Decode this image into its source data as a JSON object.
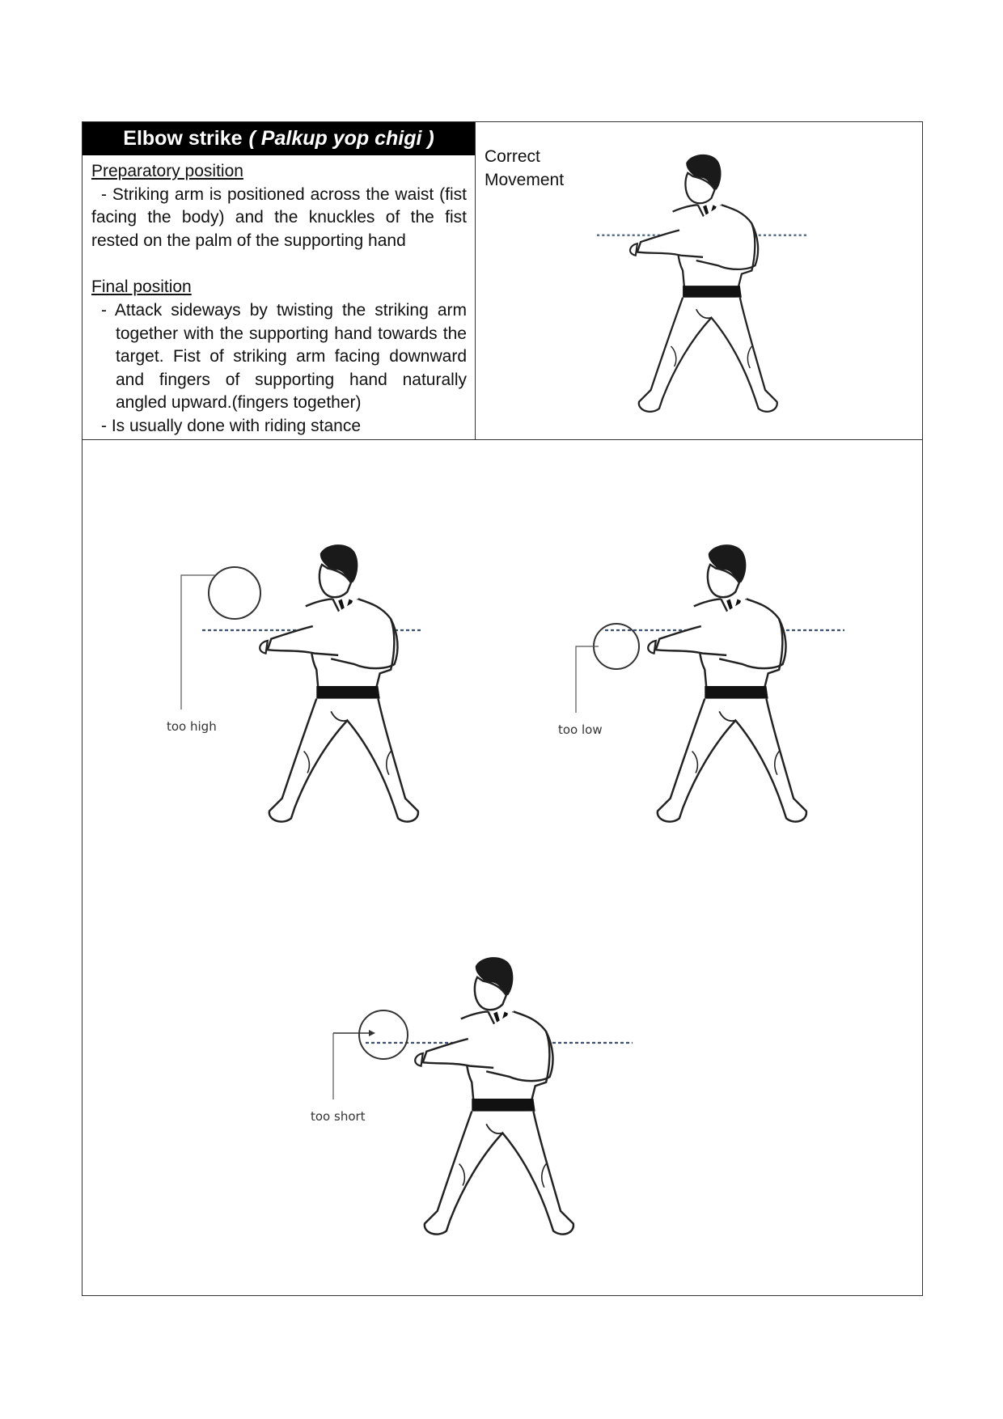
{
  "header": {
    "title_main": "Elbow strike",
    "title_sub": "( Palkup yop chigi )"
  },
  "preparatory": {
    "heading": "Preparatory position",
    "text": "- Striking arm is positioned across the waist (fist facing the body) and the knuckles of the fist rested on the palm of the supporting hand"
  },
  "final": {
    "heading": "Final position",
    "item1": "- Attack sideways by twisting the striking arm together with the supporting hand towards the target. Fist of striking arm facing downward and fingers of supporting hand naturally angled upward.(fingers together)",
    "item2": "- Is usually done with riding stance"
  },
  "correct": {
    "label_line1": "Correct",
    "label_line2": "Movement"
  },
  "figures": {
    "too_high": "too high",
    "too_low": "too low",
    "too_short": "too short"
  }
}
